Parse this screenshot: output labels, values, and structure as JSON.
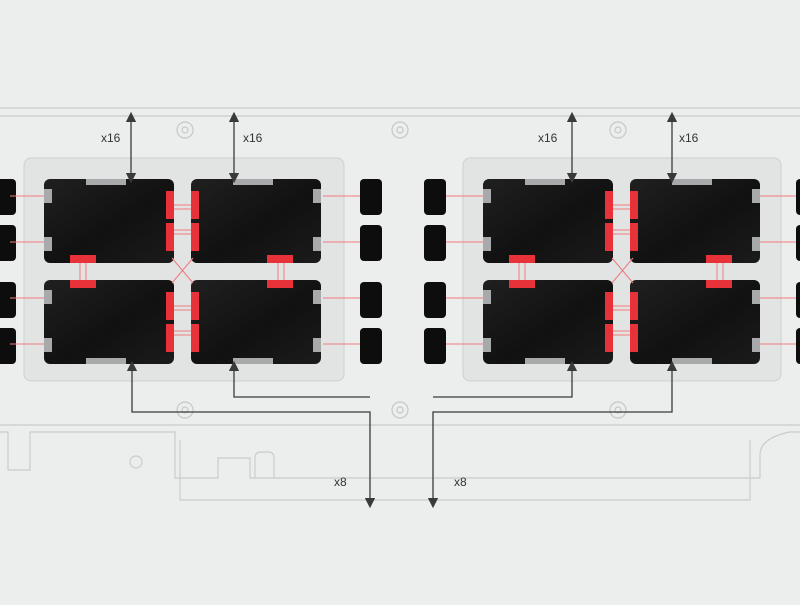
{
  "labels": {
    "top_left_a": "x16",
    "top_left_b": "x16",
    "top_right_a": "x16",
    "top_right_b": "x16",
    "bottom_left": "x8",
    "bottom_right": "x8"
  },
  "colors": {
    "background": "#eceeee",
    "board": "#e9ebeb",
    "board_line": "#c9cccc",
    "group_panel": "#e2e4e4",
    "chip": "#141414",
    "chip_port_grey": "#a7a9aa",
    "chip_port_red": "#e8323a",
    "link_red": "#f07a7e",
    "arrow": "#3a3a3a",
    "module": "#0d0d0d"
  },
  "diagram": {
    "groups": 2,
    "chips_per_group": 4,
    "side_modules_per_column": 4,
    "icons": [
      "mounting-hole-icon",
      "mounting-hole-icon",
      "mounting-hole-icon",
      "mounting-hole-icon",
      "mounting-hole-icon",
      "mounting-hole-icon"
    ]
  }
}
